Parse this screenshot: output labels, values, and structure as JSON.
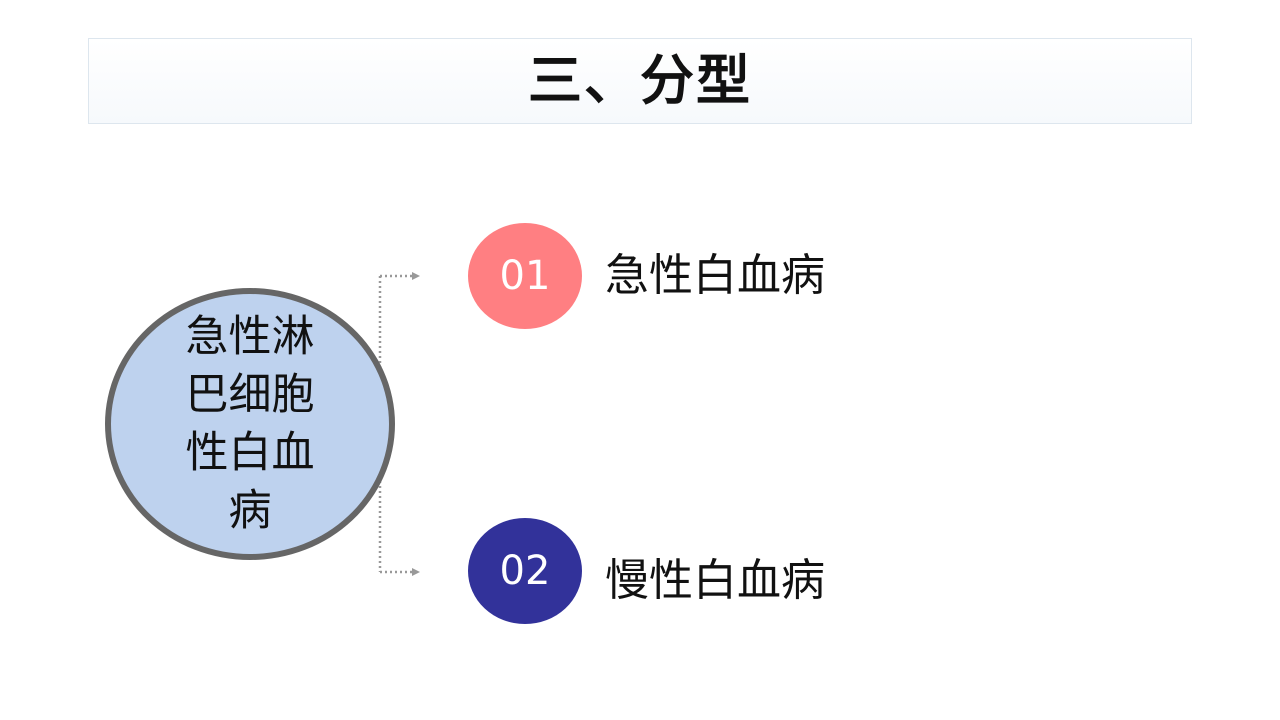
{
  "title": "三、分型",
  "center": {
    "label": "急性淋巴细胞性白血病"
  },
  "items": [
    {
      "number": "01",
      "label": "急性白血病",
      "color": "#ff7f82"
    },
    {
      "number": "02",
      "label": "慢性白血病",
      "color": "#32329a"
    }
  ],
  "colors": {
    "center_fill": "#bed2ee",
    "center_border": "#666666",
    "connector": "#999999"
  }
}
